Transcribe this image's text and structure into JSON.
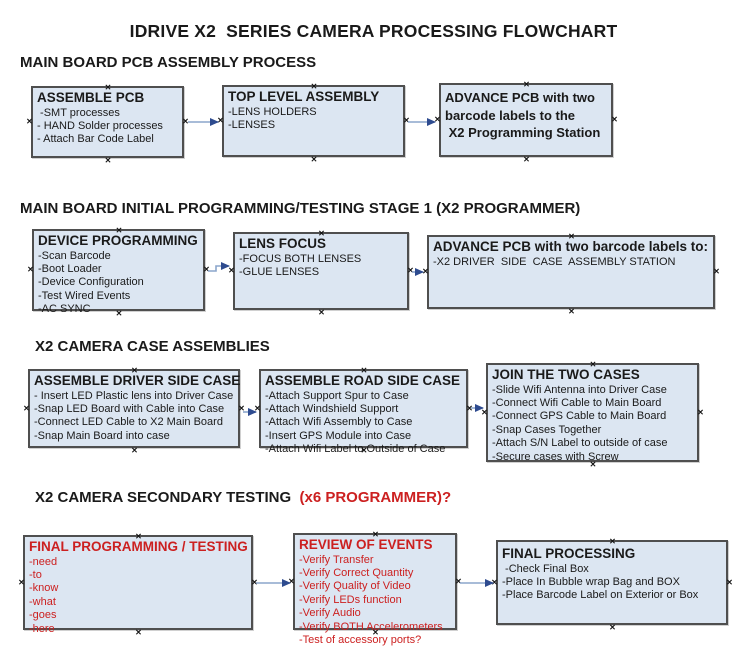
{
  "title": "IDRIVE X2  SERIES CAMERA PROCESSING FLOWCHART",
  "colors": {
    "box_fill": "#dce6f2",
    "box_border": "#4f4f4f",
    "arrow_line": "#8ca6cc",
    "arrow_head": "#2e4b8f",
    "red": "#cc2020",
    "ink": "#1a1a1a"
  },
  "sections": [
    {
      "heading": "MAIN BOARD PCB ASSEMBLY PROCESS",
      "boxes": [
        {
          "title": "ASSEMBLE PCB",
          "items": [
            " -SMT processes",
            "- HAND Solder processes",
            "- Attach Bar Code Label"
          ]
        },
        {
          "title": "TOP LEVEL ASSEMBLY",
          "items": [
            "-LENS HOLDERS",
            "-LENSES"
          ]
        },
        {
          "lines": [
            "ADVANCE PCB with two",
            "barcode labels to the",
            " X2 Programming Station"
          ]
        }
      ]
    },
    {
      "heading": "MAIN BOARD INITIAL PROGRAMMING/TESTING STAGE 1 (X2 PROGRAMMER)",
      "boxes": [
        {
          "title": "DEVICE PROGRAMMING",
          "items": [
            "-Scan Barcode",
            "-Boot Loader",
            "-Device Configuration",
            "-Test Wired Events",
            "-AC SYNC"
          ]
        },
        {
          "title": "LENS FOCUS",
          "items": [
            "-FOCUS BOTH LENSES",
            "-GLUE LENSES"
          ]
        },
        {
          "title": "ADVANCE PCB with two barcode labels to:",
          "items": [
            "-X2 DRIVER  SIDE  CASE  ASSEMBLY STATION"
          ]
        }
      ]
    },
    {
      "heading": "X2 CAMERA CASE ASSEMBLIES",
      "boxes": [
        {
          "title": "ASSEMBLE DRIVER SIDE CASE",
          "items": [
            "- Insert LED Plastic lens into Driver Case",
            "-Snap LED Board with Cable into Case",
            "-Connect LED Cable to X2 Main Board",
            "-Snap Main Board into case"
          ]
        },
        {
          "title": "ASSEMBLE ROAD SIDE CASE",
          "items": [
            "-Attach Support Spur to Case",
            "-Attach Windshield Support",
            "-Attach Wifi Assembly to Case",
            "-Insert GPS Module into Case",
            "-Attach Wifi Label to Outside of Case"
          ]
        },
        {
          "title": "JOIN THE TWO CASES",
          "items": [
            "-Slide Wifi Antenna into Driver Case",
            "-Connect Wifi Cable to Main Board",
            "-Connect GPS Cable to Main Board",
            "-Snap Cases Together",
            "-Attach S/N Label to outside of case",
            "-Secure cases with Screw"
          ]
        }
      ]
    },
    {
      "heading": "X2 CAMERA SECONDARY TESTING  ",
      "heading_suffix": "(x6 PROGRAMMER)?",
      "boxes": [
        {
          "title": "FINAL PROGRAMMING / TESTING",
          "items": [
            "-need",
            "-to",
            "-know",
            "-what",
            "-goes",
            "-here"
          ]
        },
        {
          "title": "REVIEW OF EVENTS",
          "items": [
            "-Verify Transfer",
            "-Verify Correct Quantity",
            "-Verify Quality of Video",
            "-Verify LEDs function",
            "-Verify Audio",
            "-Verify BOTH Accelerometers",
            "-Test of accessory ports?"
          ]
        },
        {
          "title": "FINAL PROCESSING",
          "items": [
            " -Check Final Box",
            "-Place In Bubble wrap Bag and BOX",
            "-Place Barcode Label on Exterior or Box"
          ]
        }
      ]
    }
  ]
}
